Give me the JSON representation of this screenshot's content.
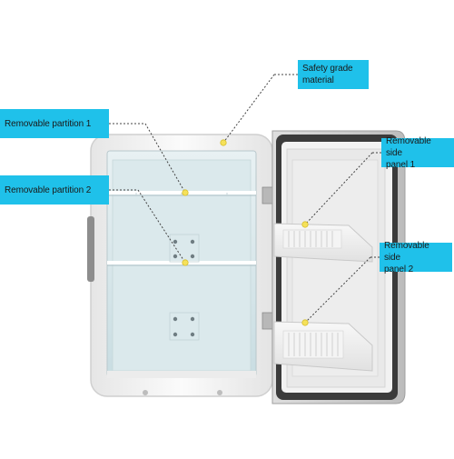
{
  "callouts": {
    "safety_grade": "Safety grade\nmaterial",
    "partition_1": "Removable partition 1",
    "partition_2": "Removable partition 2",
    "side_panel_1": "Removable side\npanel 1",
    "side_panel_2": "Removable side\npanel 2"
  },
  "colors": {
    "callout_bg": "#1fc1ea",
    "interior": "#d8e8ec",
    "cabinet": "#f2f2f2",
    "door_seal": "#3a3a3a",
    "marker": "#f5e15a"
  },
  "icons": {
    "product": "mini-fridge-illustration",
    "markers": "yellow-dot"
  }
}
